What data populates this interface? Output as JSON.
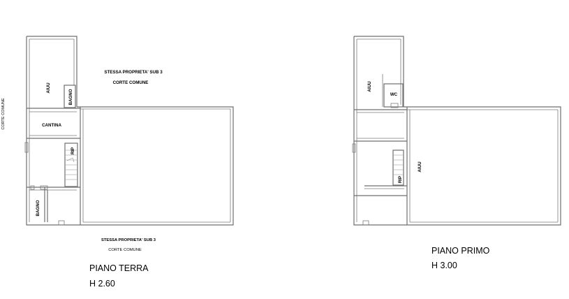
{
  "labels": {
    "side_corte": "CORTE COMUNE",
    "top_stessa": "STESSA PROPRIETA' SUB 3",
    "top_corte": "CORTE COMUNE",
    "bottom_stessa": "STESSA PROPRIETA' SUB 3",
    "bottom_corte": "CORTE COMUNE"
  },
  "ground_floor": {
    "title": "PIANO TERRA",
    "height": "H 2.60",
    "rooms": {
      "aiu_top": "AIUU",
      "bagno_top": "BAGNO",
      "cantina": "CANTINA",
      "rip": "RIP",
      "bagno_bottom": "BAGNO"
    }
  },
  "first_floor": {
    "title": "PIANO PRIMO",
    "height": "H 3.00",
    "rooms": {
      "aiu_top": "AIUU",
      "wc": "WC",
      "rip": "RIP",
      "aiu_main": "AIUU"
    }
  }
}
